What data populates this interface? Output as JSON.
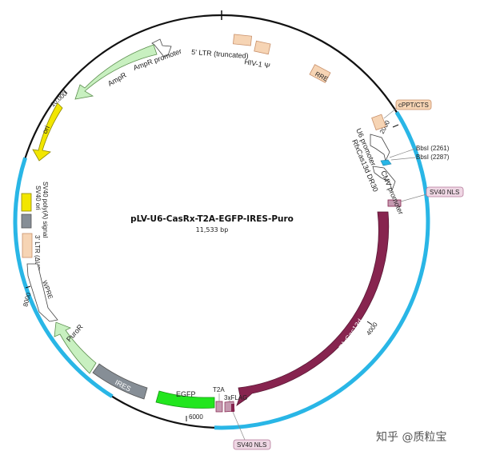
{
  "plasmid": {
    "name": "pLV-U6-CasRx-T2A-EGFP-IRES-Puro",
    "size": "11,533 bp"
  },
  "ticks": {
    "t2000": "2000",
    "t4000": "4000",
    "t6000": "6000",
    "t8000": "8000",
    "t10000": "10,000"
  },
  "features": {
    "ltr5": "5' LTR (truncated)",
    "hiv_psi": "HIV-1 Ψ",
    "rre": "RRE",
    "cppt": "cPPT/CTS",
    "u6": "U6 promoter",
    "dr30": "RfxCas13d DR30",
    "bbs1": "BbsI  (2261)",
    "bbs2": "BbsI  (2287)",
    "cmv": "CMV promoter",
    "sv40nls_top": "SV40 NLS",
    "rfx": "RfxCas13d",
    "flag": "3xFLAG",
    "t2a": "T2A",
    "egfp": "EGFP",
    "sv40nls_bottom": "SV40 NLS",
    "ires": "IRES",
    "puror": "PuroR",
    "wpre": "WPRE",
    "ltr3": "3' LTR (ΔU3)",
    "polya": "SV40 poly(A) signal",
    "sv40ori": "SV40 ori",
    "ori": "ori",
    "ampr": "AmpR",
    "ampr_prom": "AmpR promoter"
  },
  "watermark": "知乎 @质粒宝",
  "colors": {
    "backbone": "#111111",
    "cyan": "#29b6e6",
    "tan": "#f6d4b4",
    "rfx": "#87244f",
    "egfp": "#22e61e",
    "yellow": "#f2e600",
    "green_pale": "#c8f0c0",
    "gray": "#868e96"
  }
}
